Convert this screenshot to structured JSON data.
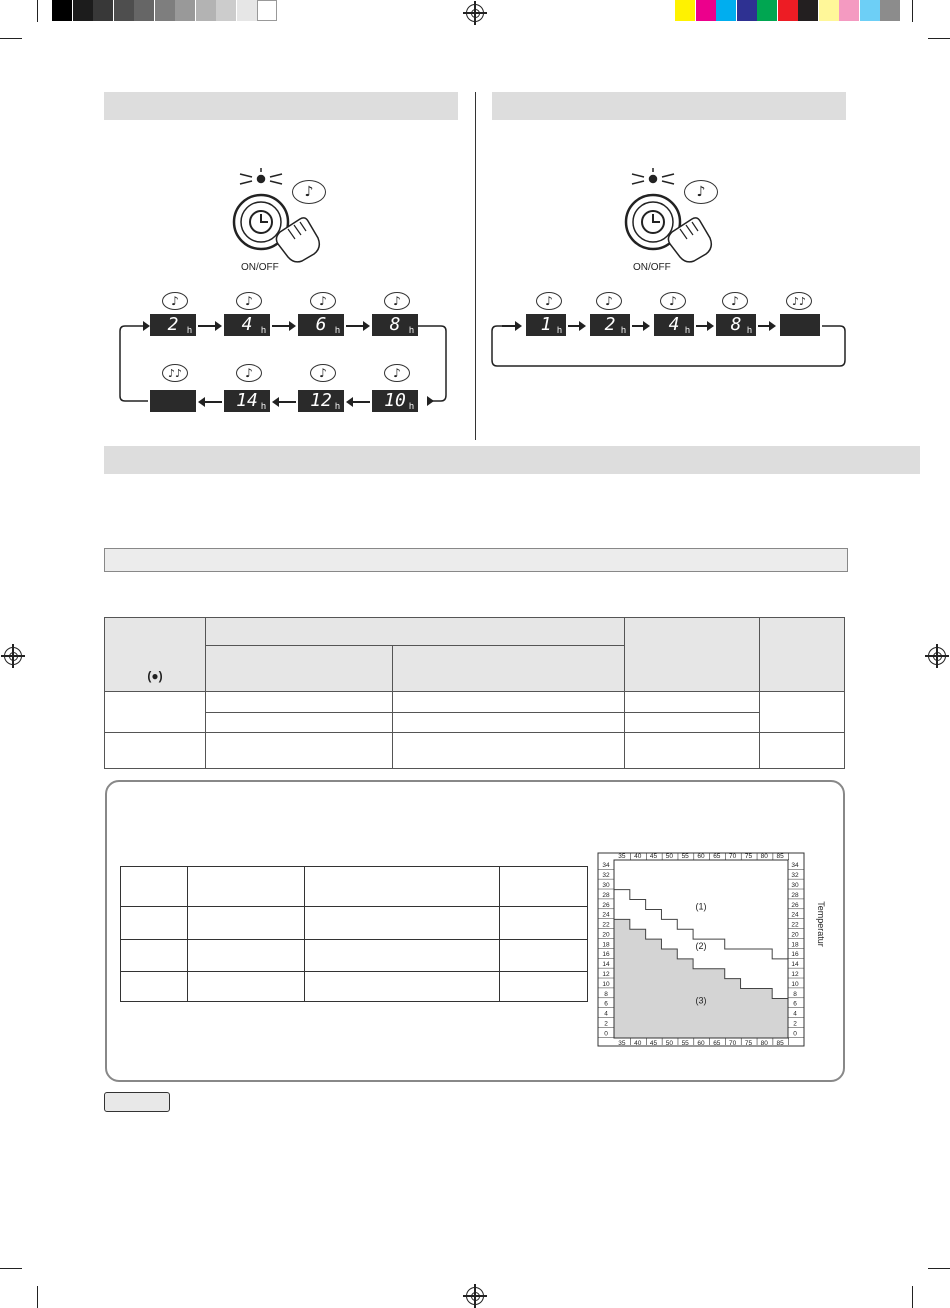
{
  "registration": {
    "gray_swatches": [
      "#000000",
      "#1c1c1c",
      "#383838",
      "#4e4e4e",
      "#666666",
      "#7e7e7e",
      "#999999",
      "#b3b3b3",
      "#cccccc",
      "#e6e6e6",
      "#ffffff"
    ],
    "color_swatches": [
      "#fff200",
      "#ec008c",
      "#00aeef",
      "#2e3192",
      "#00a651",
      "#ed1c24",
      "#231f20",
      "#fff799",
      "#f49ac1",
      "#6dcff6",
      "#8c8c8c"
    ]
  },
  "left_panel": {
    "on_off_label": "ON/OFF",
    "note_single": "♪",
    "note_double": "♪♪",
    "row1": [
      "2",
      "4",
      "6",
      "8"
    ],
    "row2": [
      "14",
      "12",
      "10"
    ],
    "unit": "h"
  },
  "right_panel": {
    "on_off_label": "ON/OFF",
    "note_single": "♪",
    "note_double": "♪♪",
    "row": [
      "1",
      "2",
      "4",
      "8"
    ],
    "unit": "h"
  },
  "table": {
    "indicator_symbol": "(●)"
  },
  "chart_data": {
    "type": "area",
    "x_ticks": [
      "35",
      "40",
      "45",
      "50",
      "55",
      "60",
      "65",
      "70",
      "75",
      "80",
      "85"
    ],
    "y_ticks": [
      "34",
      "32",
      "30",
      "28",
      "26",
      "24",
      "22",
      "20",
      "18",
      "16",
      "14",
      "12",
      "10",
      "8",
      "6",
      "4",
      "2",
      "0"
    ],
    "y_axis_label": "Temperatur",
    "xlim": [
      32.5,
      87.5
    ],
    "ylim": [
      -1,
      35
    ],
    "upper_line": [
      [
        32.5,
        29
      ],
      [
        37.5,
        29
      ],
      [
        37.5,
        27
      ],
      [
        42.5,
        27
      ],
      [
        42.5,
        25
      ],
      [
        47.5,
        25
      ],
      [
        47.5,
        23
      ],
      [
        52.5,
        23
      ],
      [
        52.5,
        21
      ],
      [
        57.5,
        21
      ],
      [
        57.5,
        19
      ],
      [
        67.5,
        19
      ],
      [
        67.5,
        17
      ],
      [
        82.5,
        17
      ],
      [
        82.5,
        15
      ],
      [
        87.5,
        15
      ]
    ],
    "lower_area": [
      [
        32.5,
        23
      ],
      [
        37.5,
        23
      ],
      [
        37.5,
        21
      ],
      [
        42.5,
        21
      ],
      [
        42.5,
        19
      ],
      [
        47.5,
        19
      ],
      [
        47.5,
        17
      ],
      [
        52.5,
        17
      ],
      [
        52.5,
        15
      ],
      [
        57.5,
        15
      ],
      [
        57.5,
        13
      ],
      [
        67.5,
        13
      ],
      [
        67.5,
        11
      ],
      [
        72.5,
        11
      ],
      [
        72.5,
        9
      ],
      [
        82.5,
        9
      ],
      [
        82.5,
        7
      ],
      [
        87.5,
        7
      ]
    ],
    "region_labels": [
      "(1)",
      "(2)",
      "(3)"
    ],
    "region_label_positions": [
      [
        60,
        25
      ],
      [
        60,
        17
      ],
      [
        60,
        6
      ]
    ]
  }
}
